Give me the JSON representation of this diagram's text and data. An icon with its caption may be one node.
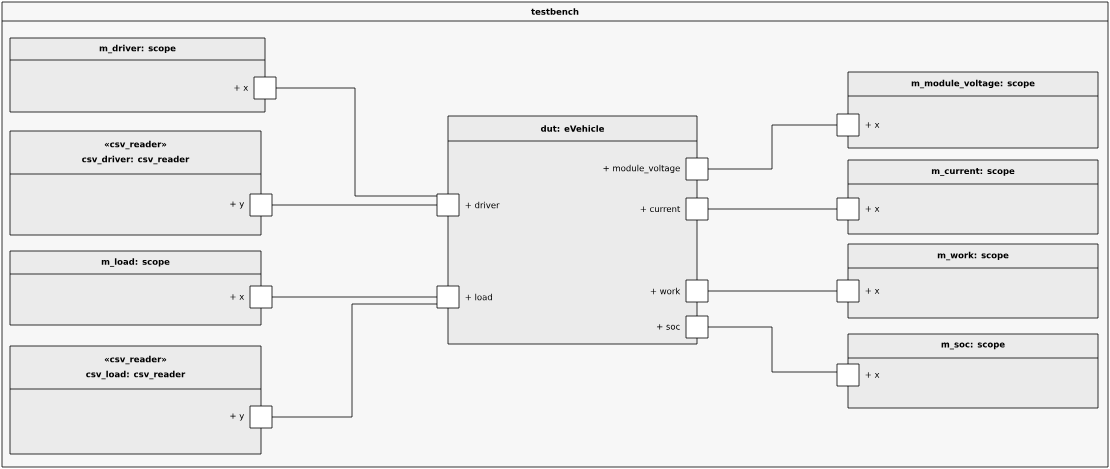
{
  "diagram": {
    "nodes": [
      {
        "text": [
          "testbench"
        ]
      },
      {
        "text": [
          "m_driver: scope"
        ],
        "in": 0
      },
      {
        "text": [],
        "shape": "box",
        "in": 1,
        "beside": [
          "+ x"
        ]
      },
      {
        "text": [
          "«csv_reader»",
          "csv_driver: csv_reader"
        ],
        "in": 0
      },
      {
        "text": [],
        "shape": "box",
        "in": 3,
        "beside": [
          "+ y"
        ]
      },
      {
        "text": [
          "m_load: scope"
        ],
        "in": 0
      },
      {
        "text": [],
        "shape": "box",
        "in": 5,
        "beside": [
          "+ x"
        ]
      },
      {
        "text": [
          "«csv_reader»",
          "csv_load: csv_reader"
        ],
        "in": 0
      },
      {
        "text": [],
        "shape": "box",
        "in": 7,
        "beside": [
          "+ y"
        ]
      },
      {
        "text": [
          "dut: eVehicle"
        ],
        "in": 0
      },
      {
        "text": [],
        "shape": "box",
        "in": 9,
        "beside": [
          "+ driver"
        ]
      },
      {
        "text": [],
        "shape": "box",
        "in": 9,
        "beside": [
          "+ load"
        ]
      },
      {
        "text": [],
        "shape": "box",
        "in": 9,
        "beside": [
          "+ module_voltage"
        ]
      },
      {
        "text": [],
        "shape": "box",
        "in": 9,
        "beside": [
          "+ current"
        ]
      },
      {
        "text": [],
        "shape": "box",
        "in": 9,
        "beside": [
          "+ work"
        ]
      },
      {
        "text": [],
        "shape": "box",
        "in": 9,
        "beside": [
          "+ soc"
        ]
      },
      {
        "text": [
          "m_module_voltage: scope"
        ],
        "in": 0
      },
      {
        "text": [],
        "shape": "box",
        "in": 16,
        "beside": [
          "+ x"
        ]
      },
      {
        "text": [
          "m_current: scope"
        ],
        "in": 0
      },
      {
        "text": [],
        "shape": "box",
        "in": 18,
        "beside": [
          "+ x"
        ]
      },
      {
        "text": [
          "m_work: scope"
        ],
        "in": 0
      },
      {
        "text": [],
        "shape": "box",
        "in": 20,
        "beside": [
          "+ x"
        ]
      },
      {
        "text": [
          "m_soc: scope"
        ],
        "in": 0
      },
      {
        "text": [],
        "shape": "box",
        "in": 22,
        "beside": [
          "+ x"
        ]
      }
    ],
    "edges": [
      {
        "from": 2,
        "to": 10,
        "arrow": "none"
      },
      {
        "from": 4,
        "to": 10,
        "arrow": "none"
      },
      {
        "from": 6,
        "to": 11,
        "arrow": "none"
      },
      {
        "from": 8,
        "to": 11,
        "arrow": "none"
      },
      {
        "from": 12,
        "to": 17,
        "arrow": "none"
      },
      {
        "from": 13,
        "to": 19,
        "arrow": "none"
      },
      {
        "from": 14,
        "to": 21,
        "arrow": "none"
      },
      {
        "from": 15,
        "to": 23,
        "arrow": "none"
      }
    ]
  }
}
